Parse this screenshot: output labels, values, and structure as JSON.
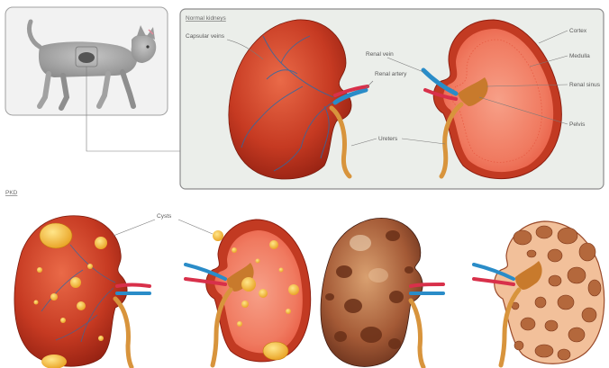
{
  "normal_panel": {
    "title": "Normal kidneys",
    "labels": {
      "capsular_veins": "Capsular veins",
      "renal_vein": "Renal vein",
      "renal_artery": "Renal artery",
      "ureters": "Ureters",
      "cortex": "Cortex",
      "medulla": "Medulla",
      "renal_sinus": "Renal sinus",
      "pelvis": "Pelvis"
    }
  },
  "pkd_panel": {
    "title": "PKD",
    "labels": {
      "cysts": "Cysts"
    }
  },
  "colors": {
    "kidney_dark": "#b8301c",
    "kidney_light": "#e25a3c",
    "cortex": "#ee6e56",
    "vein_blue": "#2a8cc8",
    "artery_red": "#d8304a",
    "ureter": "#d8943c",
    "cyst_yellow": "#f2b42c",
    "panel_bg": "#ebeeea",
    "panel_border": "#8c8c8c"
  }
}
